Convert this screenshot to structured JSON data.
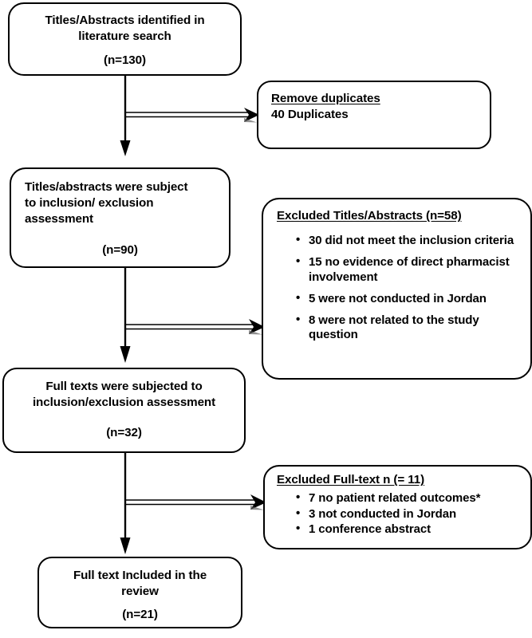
{
  "diagram": {
    "type": "prisma-flow-diagram",
    "stages": [
      {
        "id": "identified",
        "lines": [
          "Titles/Abstracts identified in",
          "literature search"
        ],
        "count": "(n=130)"
      },
      {
        "id": "screened",
        "lines": [
          "Titles/abstracts were subject",
          "to inclusion/ exclusion",
          "assessment"
        ],
        "count": "(n=90)"
      },
      {
        "id": "fulltext",
        "lines": [
          "Full texts were subjected to",
          "inclusion/exclusion assessment"
        ],
        "count": "(n=32)"
      },
      {
        "id": "included",
        "lines": [
          "Full text Included in the",
          "review"
        ],
        "count": "(n=21)"
      }
    ],
    "exclusions": [
      {
        "id": "duplicates",
        "heading": "Remove duplicates",
        "subtext": "40 Duplicates",
        "items": []
      },
      {
        "id": "excluded-titles",
        "heading": "Excluded Titles/Abstracts (n=58)",
        "subtext": "",
        "items": [
          "30 did not meet the inclusion criteria",
          "15 no evidence of direct pharmacist involvement",
          "5 were not conducted in Jordan",
          "8 were not related to the study question"
        ]
      },
      {
        "id": "excluded-fulltext",
        "heading": "Excluded Full-text n (= 11)",
        "subtext": "",
        "items": [
          "7 no patient related outcomes*",
          "3 not conducted in Jordan",
          "1 conference abstract"
        ]
      }
    ],
    "colors": {
      "stroke": "#000000",
      "background": "#ffffff",
      "text": "#000000"
    }
  }
}
